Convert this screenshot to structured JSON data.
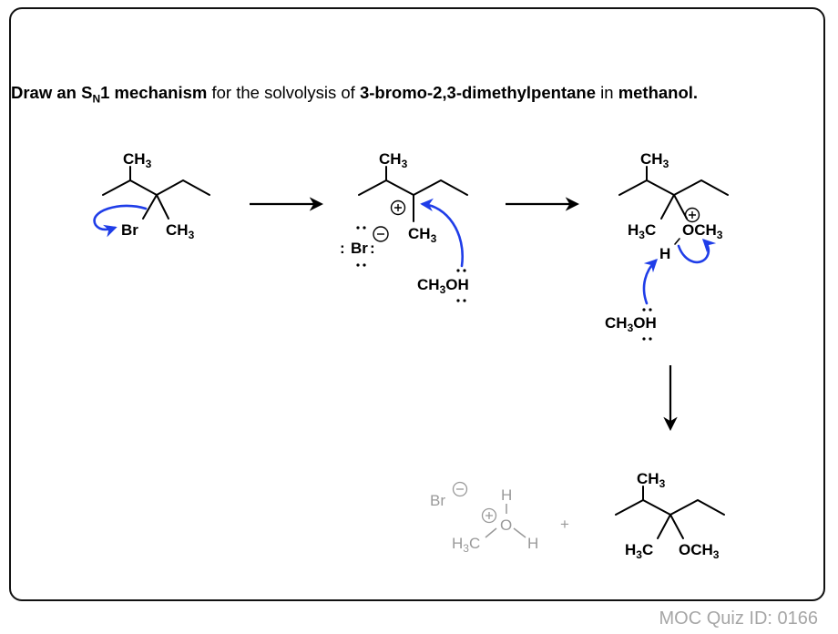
{
  "question": {
    "prefix": "Draw an S",
    "prefix_sub": "N",
    "prefix_tail": "1 mechanism",
    "middle": " for the solvolysis of ",
    "substrate": "3-bromo-2,3-dimethylpentane",
    "in_text": " in ",
    "solvent": "methanol."
  },
  "atoms": {
    "ch": "CH",
    "three": "3",
    "br": "Br",
    "h3": "H",
    "c": "C",
    "o": "O",
    "h": "H",
    "och": "OCH",
    "oh": "OH",
    "colon": ":",
    "plus": "+"
  },
  "footer": {
    "quiz_id": "MOC Quiz ID: 0166"
  },
  "colors": {
    "curly_arrow": "#1f3de8",
    "faded": "#999999"
  }
}
